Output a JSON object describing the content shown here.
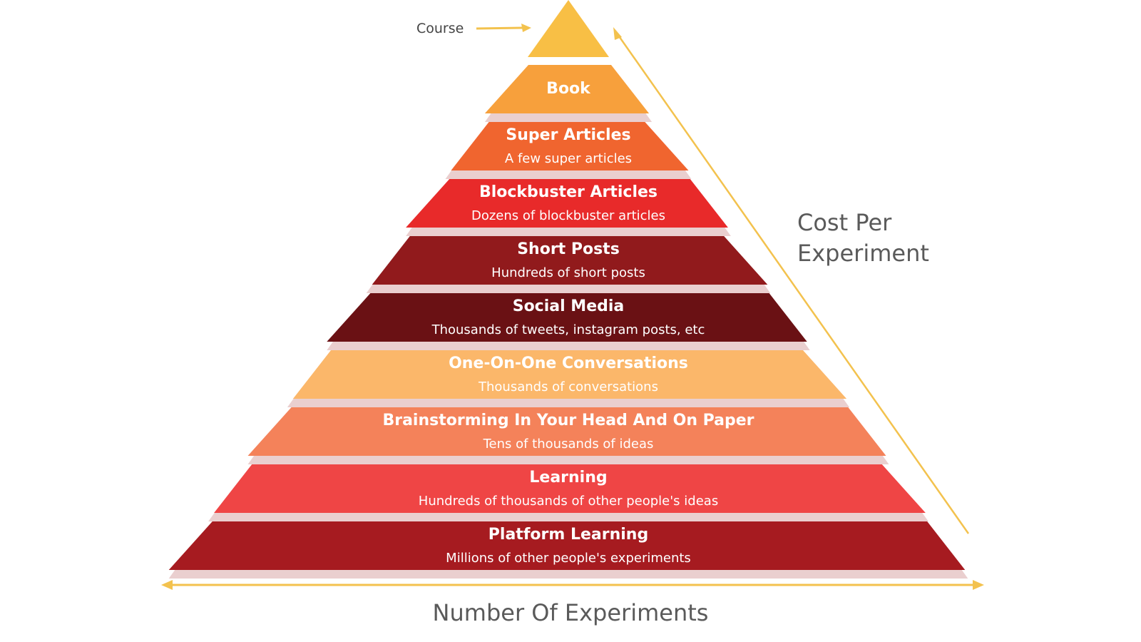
{
  "colors": {
    "arrow": "#f3c24e",
    "text_gray": "#5a5a5a",
    "shadow": "#d9a7a7"
  },
  "apex": {
    "label": "Course",
    "color": "#f8bf45"
  },
  "tiers": [
    {
      "title": "Book",
      "subtitle": "",
      "color": "#f7a03c"
    },
    {
      "title": "Super Articles",
      "subtitle": "A few super articles",
      "color": "#f0652f"
    },
    {
      "title": "Blockbuster Articles",
      "subtitle": "Dozens of blockbuster articles",
      "color": "#e82a2a"
    },
    {
      "title": "Short Posts",
      "subtitle": "Hundreds of short posts",
      "color": "#911a1c"
    },
    {
      "title": "Social Media",
      "subtitle": "Thousands of tweets, instagram posts, etc",
      "color": "#6a1114"
    },
    {
      "title": "One-On-One Conversations",
      "subtitle": "Thousands of conversations",
      "color": "#fbb76a"
    },
    {
      "title": "Brainstorming In Your Head And On Paper",
      "subtitle": "Tens of thousands of ideas",
      "color": "#f4825a"
    },
    {
      "title": "Learning",
      "subtitle": "Hundreds of thousands of other people's ideas",
      "color": "#ef4545"
    },
    {
      "title": "Platform Learning",
      "subtitle": "Millions of other people's experiments",
      "color": "#a61b20"
    }
  ],
  "axes": {
    "vertical_line1": "Cost Per",
    "vertical_line2": "Experiment",
    "horizontal": "Number Of Experiments"
  }
}
